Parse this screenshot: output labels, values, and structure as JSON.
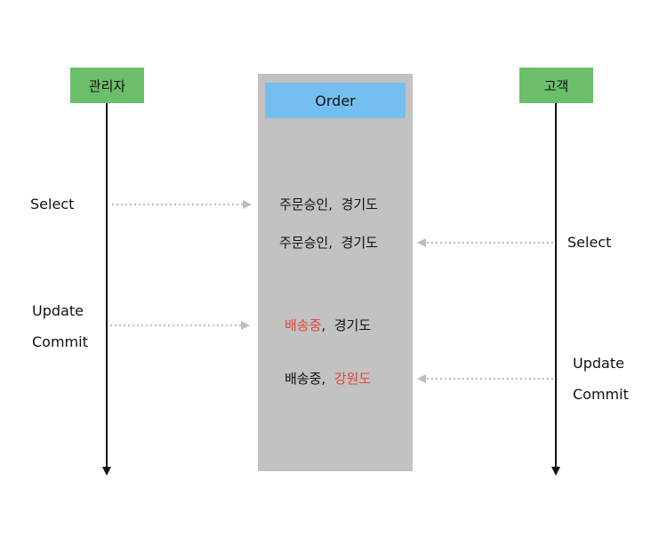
{
  "actors": {
    "admin": "관리자",
    "customer": "고객"
  },
  "order": {
    "title": "Order",
    "rows": [
      {
        "status": "주문승인,",
        "region": "경기도"
      },
      {
        "status": "주문승인,",
        "region": "경기도"
      },
      {
        "status": "배송중",
        "comma": ",",
        "region": "경기도"
      },
      {
        "status": "배송중,",
        "region": "강원도"
      }
    ]
  },
  "labels": {
    "admin_select": "Select",
    "admin_update": "Update",
    "admin_commit": "Commit",
    "customer_select": "Select",
    "customer_update": "Update",
    "customer_commit": "Commit"
  },
  "colors": {
    "actor": "#6cbf6a",
    "order_box": "#c2c2c2",
    "order_header": "#74bff0",
    "highlight": "#e0453a",
    "arrow_dotted": "#bdbdbd"
  }
}
